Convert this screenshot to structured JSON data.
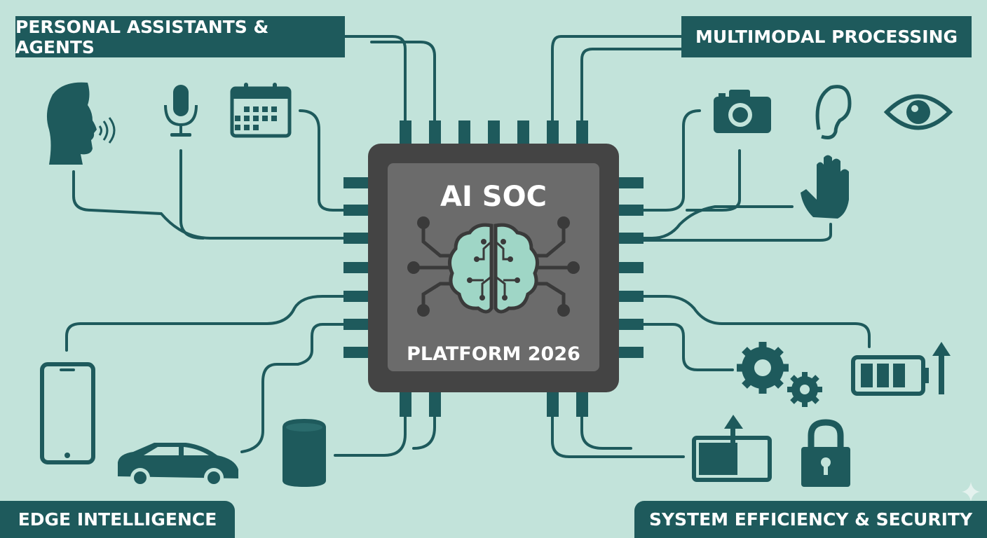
{
  "chip": {
    "title": "AI SOC",
    "subtitle": "PLATFORM 2026"
  },
  "categories": {
    "top_left": "PERSONAL ASSISTANTS & AGENTS",
    "top_right": "MULTIMODAL PROCESSING",
    "bottom_left": "EDGE INTELLIGENCE",
    "bottom_right": "SYSTEM EFFICIENCY & SECURITY"
  },
  "icons": [
    "speaking-person-icon",
    "microphone-icon",
    "calendar-icon",
    "camera-icon",
    "ear-icon",
    "eye-icon",
    "hand-icon",
    "smartphone-icon",
    "car-icon",
    "smart-speaker-icon",
    "gears-icon",
    "battery-arrow-icon",
    "upload-box-icon",
    "lock-icon"
  ],
  "colors": {
    "background": "#c2e3da",
    "teal": "#1e5a5c",
    "chip": "#444444",
    "chip_inner": "#6b6b6b",
    "brain": "#9fd6c6"
  }
}
